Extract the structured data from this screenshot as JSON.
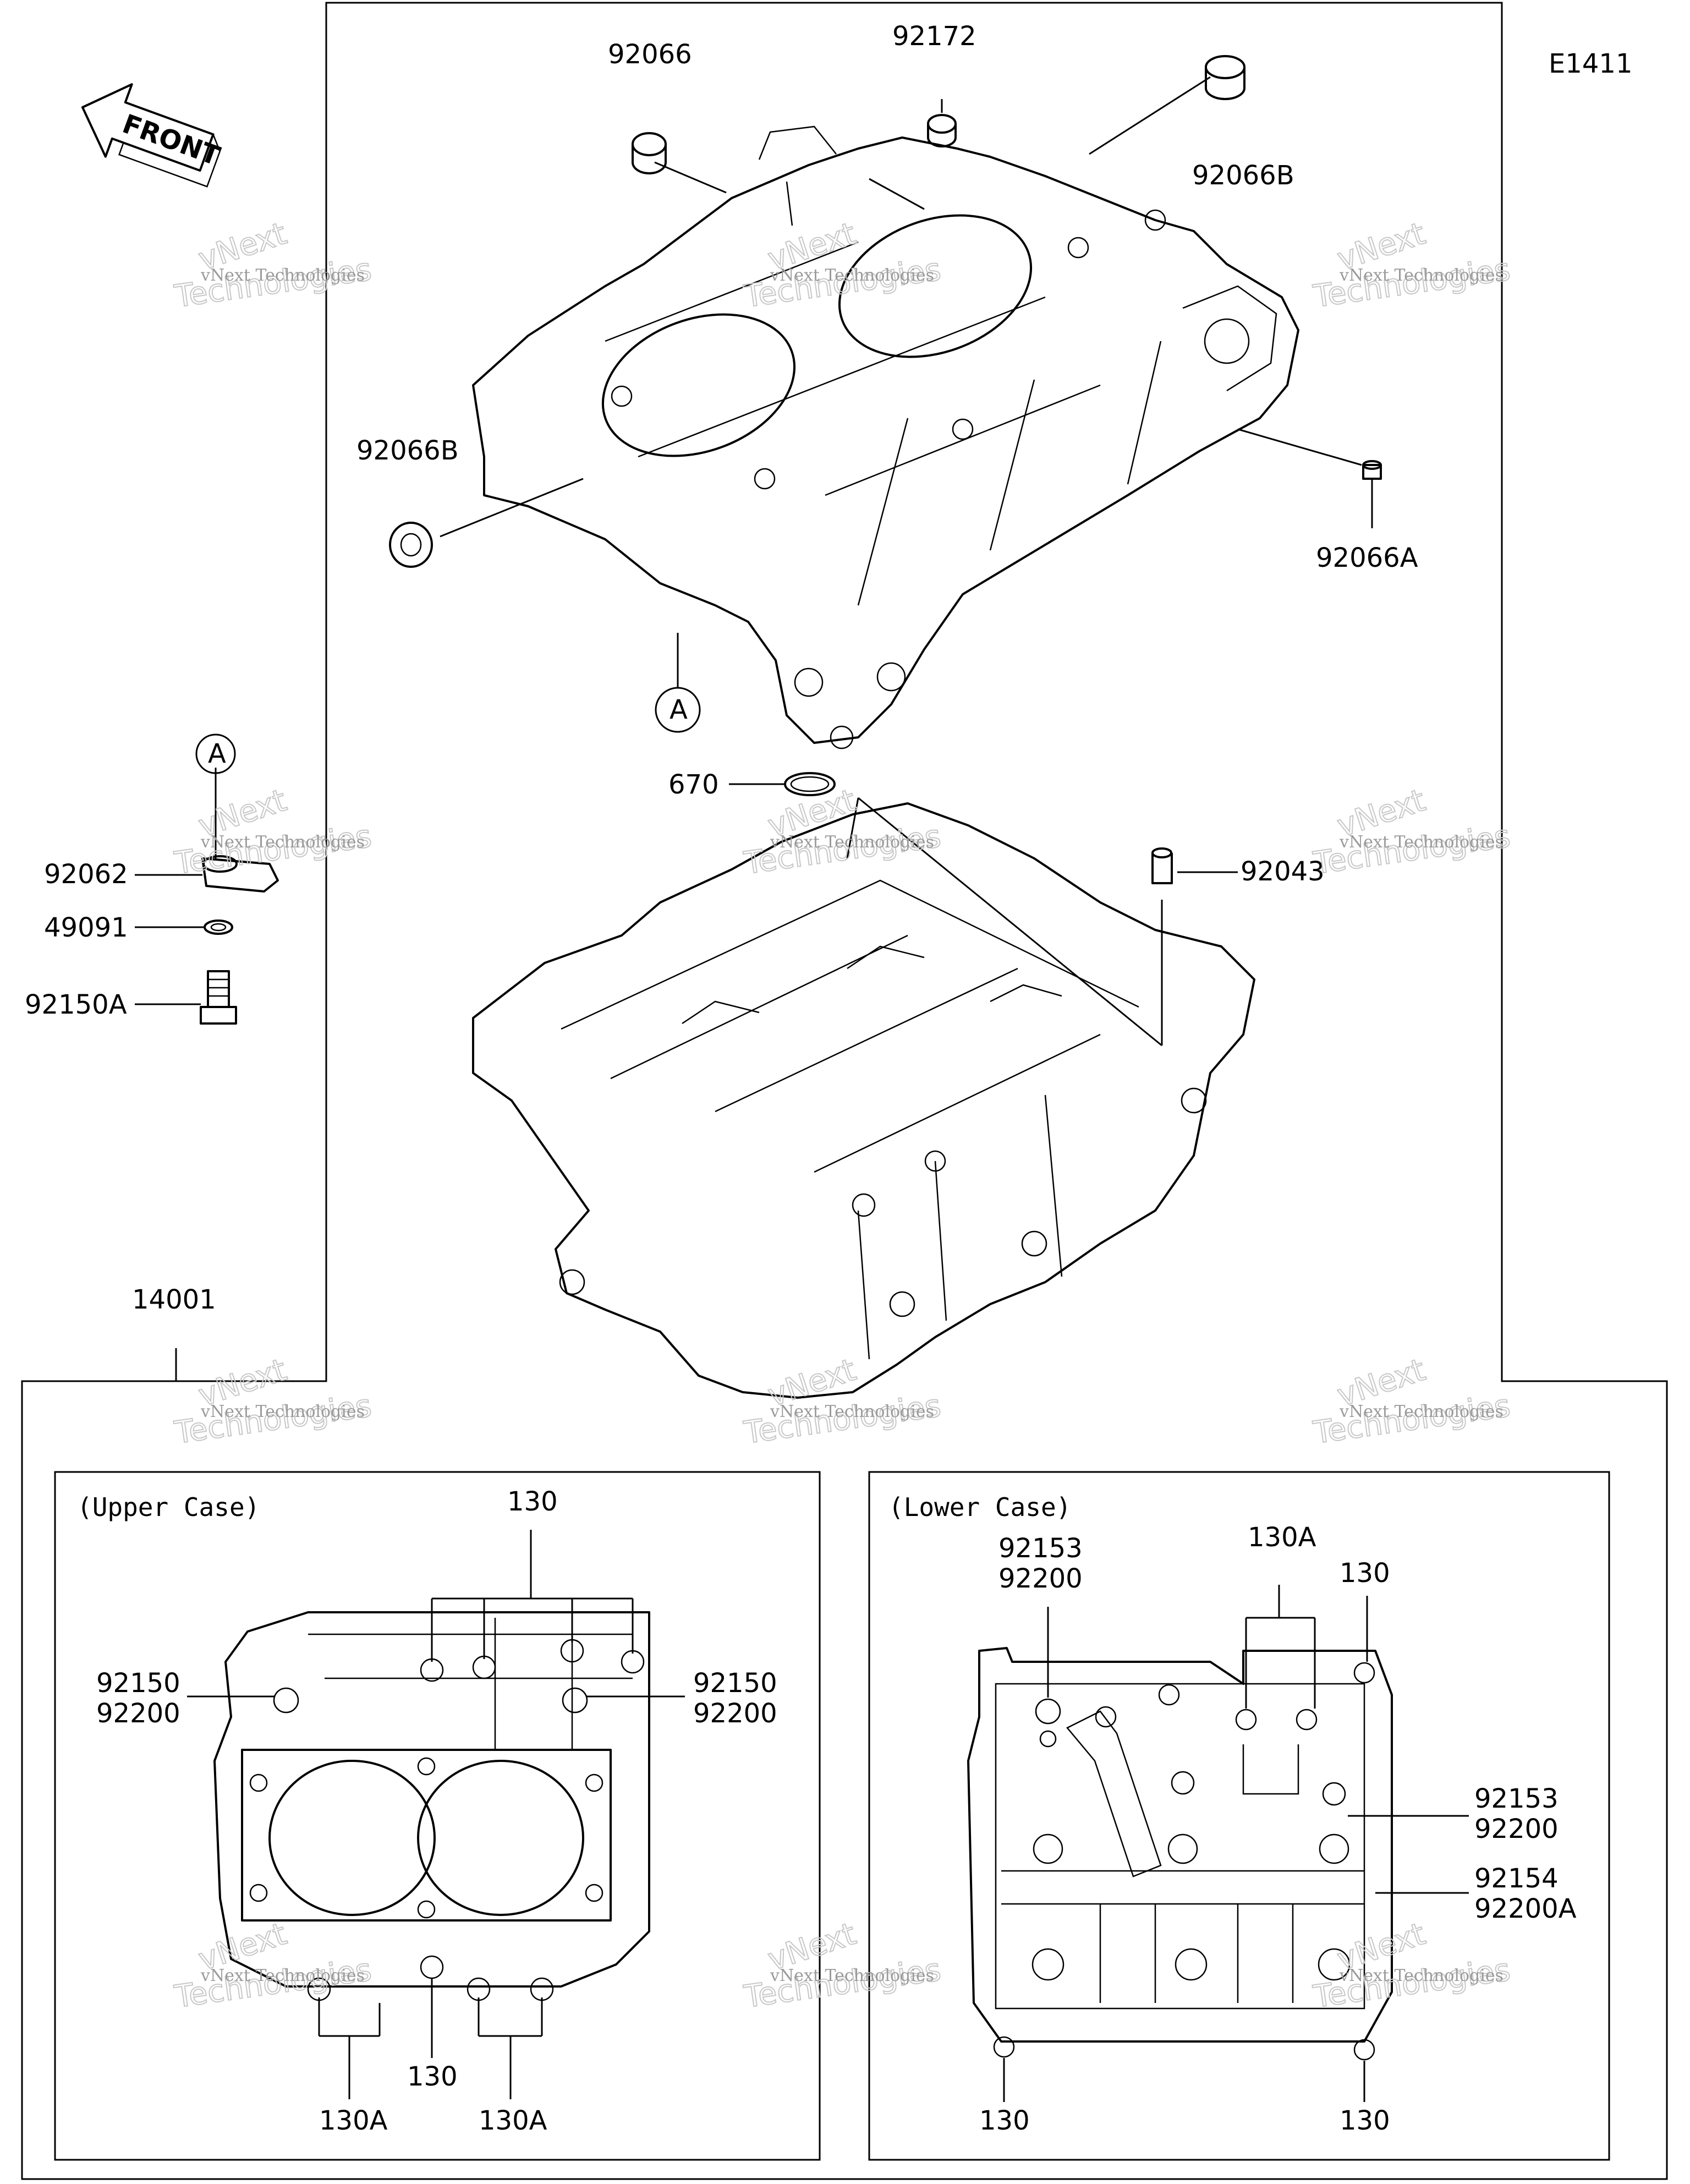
{
  "diagram_code": "E1411",
  "front_arrow_label": "FRONT",
  "section_upper_label": "(Upper Case)",
  "section_lower_label": "(Lower Case)",
  "watermark": {
    "line1": "vNext Technologies",
    "line2": "vNext",
    "line3": "Technologies"
  },
  "callouts": {
    "p92066": "92066",
    "p92172": "92172",
    "p92066B_top": "92066B",
    "p92066B_left": "92066B",
    "p92066A": "92066A",
    "refA_main": "A",
    "refA_side": "A",
    "p670": "670",
    "p92043": "92043",
    "p92062": "92062",
    "p49091": "49091",
    "p92150A": "92150A",
    "p14001": "14001",
    "upper": {
      "p130_top": "130",
      "p92150_l": "92150",
      "p92200_l": "92200",
      "p92150_r": "92150",
      "p92200_r": "92200",
      "p130_bottom": "130",
      "p130A_left": "130A",
      "p130A_right": "130A"
    },
    "lower": {
      "p92153_a": "92153",
      "p92200_a": "92200",
      "p130A": "130A",
      "p130_tr": "130",
      "p92153_b": "92153",
      "p92200_b": "92200",
      "p92154": "92154",
      "p92200A": "92200A",
      "p130_bl": "130",
      "p130_br": "130"
    }
  }
}
